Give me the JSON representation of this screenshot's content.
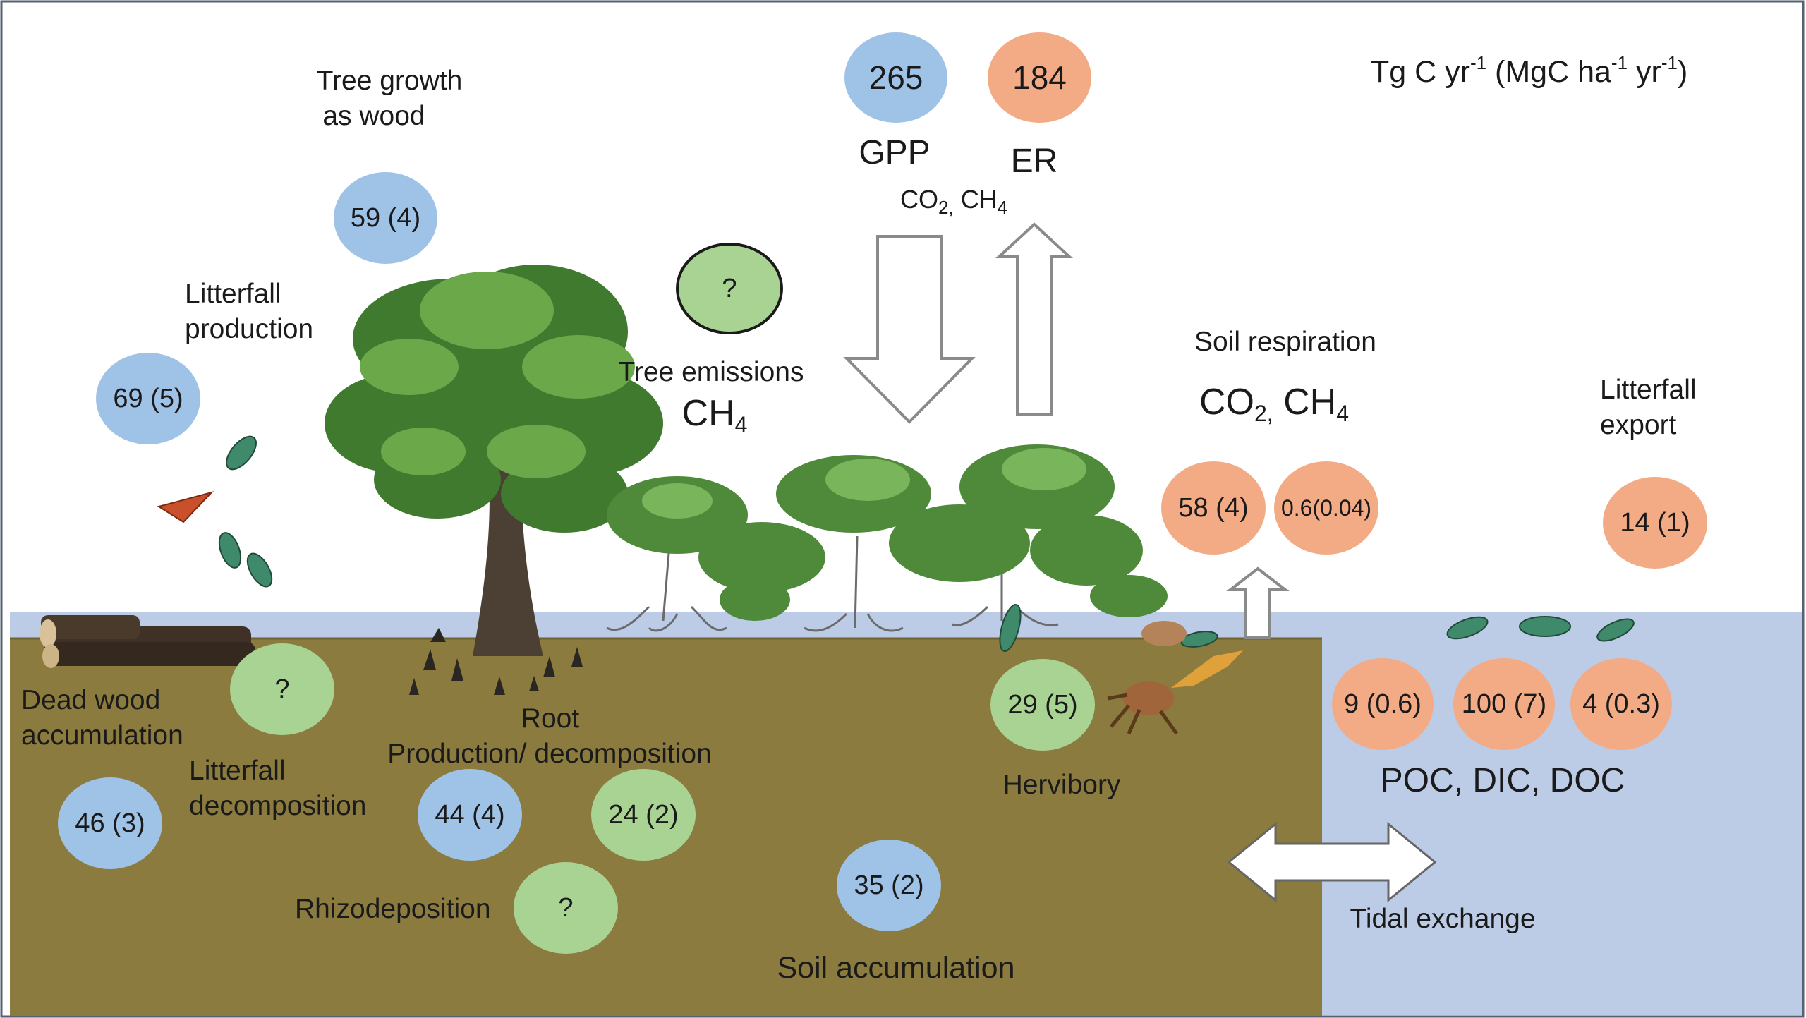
{
  "units": {
    "pre": "Tg C yr",
    "sup1": "-1",
    "mid": " (MgC ha",
    "sup2": "-1",
    "mid2": " yr",
    "sup3": "-1",
    "post": ")"
  },
  "labels": {
    "tree_growth": [
      "Tree growth",
      "as wood"
    ],
    "litterfall_production": [
      "Litterfall",
      "production"
    ],
    "tree_emissions": "Tree emissions",
    "tree_emissions_gas": {
      "base": "CH",
      "sub": "4"
    },
    "gpp": "GPP",
    "er": "ER",
    "atm_gases": {
      "a": "CO",
      "a_sub": "2,",
      "b": " CH",
      "b_sub": "4"
    },
    "soil_respiration": "Soil respiration",
    "soil_gases": {
      "a": "CO",
      "a_sub": "2,",
      "b": " CH",
      "b_sub": "4"
    },
    "litterfall_export": [
      "Litterfall",
      "export"
    ],
    "dead_wood": [
      "Dead wood",
      "accumulation"
    ],
    "litterfall_decomposition": [
      "Litterfall",
      "decomposition"
    ],
    "root": [
      "Root",
      "Production/ decomposition"
    ],
    "rhizodeposition": "Rhizodeposition",
    "herbivory": "Hervibory",
    "soil_accumulation": "Soil accumulation",
    "lateral": "POC, DIC, DOC",
    "tidal_exchange": "Tidal exchange"
  },
  "bubbles": {
    "gpp": "265",
    "er": "184",
    "tree_growth": "59 (4)",
    "litterfall_production": "69 (5)",
    "tree_emissions": "?",
    "soil_co2": "58 (4)",
    "soil_ch4": "0.6(0.04)",
    "litterfall_export": "14 (1)",
    "dead_wood": "?",
    "litterfall_decomposition": "46 (3)",
    "root_production": "44 (4)",
    "root_decomposition": "24 (2)",
    "rhizodeposition": "?",
    "herbivory": "29 (5)",
    "soil_accumulation": "35 (2)",
    "poc": "9 (0.6)",
    "dic": "100 (7)",
    "doc": "4 (0.3)"
  },
  "colors": {
    "soil": "#8b7b3f",
    "water": "#bccbe6",
    "blue_flux": "#9fc2e7",
    "orange_flux": "#f3ab86",
    "green_flux": "#a9d393",
    "foliage": "#4f8a3a",
    "trunk": "#4b4033"
  }
}
